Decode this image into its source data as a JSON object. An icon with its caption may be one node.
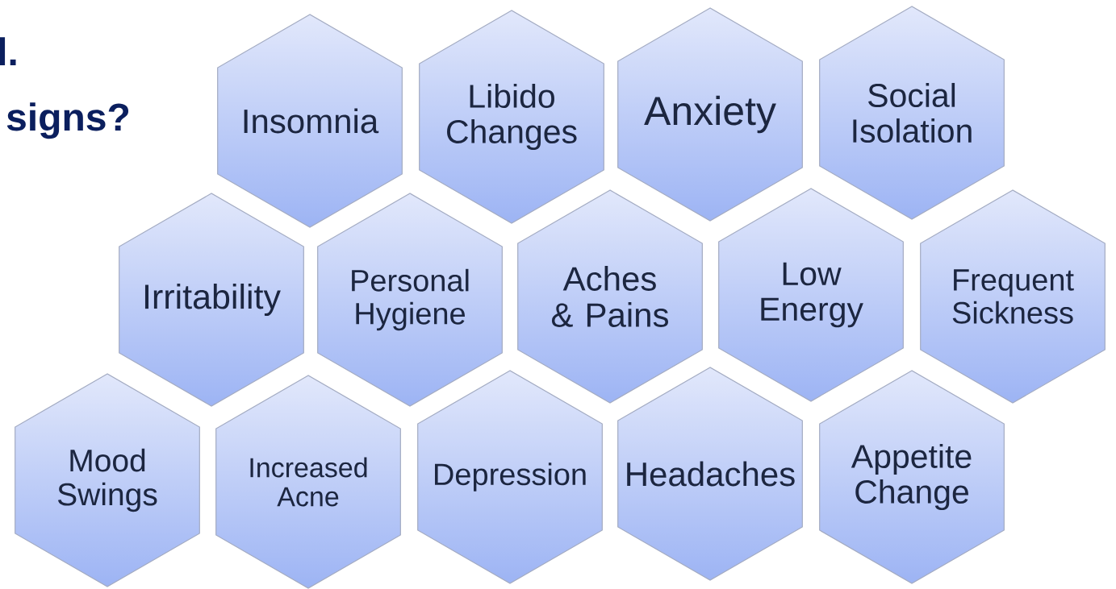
{
  "diagram": {
    "nodes": [
      {
        "text": [
          "Insomnia"
        ]
      },
      {
        "text": [
          "Libido Changes"
        ]
      },
      {
        "text": [
          "Anxiety"
        ]
      },
      {
        "text": [
          "Social Isolation"
        ]
      },
      {
        "text": [
          "Irritability"
        ]
      },
      {
        "text": [
          "Personal Hygiene"
        ]
      },
      {
        "text": [
          "Aches & Pains"
        ]
      },
      {
        "text": [
          "Low Energy"
        ]
      },
      {
        "text": [
          "Frequent Sickness"
        ]
      },
      {
        "text": [
          "Mood Swings"
        ]
      },
      {
        "text": [
          "Increased Acne"
        ]
      },
      {
        "text": [
          "Depression"
        ]
      },
      {
        "text": [
          "Headaches"
        ]
      },
      {
        "text": [
          "Appetite Change"
        ]
      }
    ],
    "labels": [
      "l.",
      "signs?"
    ]
  }
}
